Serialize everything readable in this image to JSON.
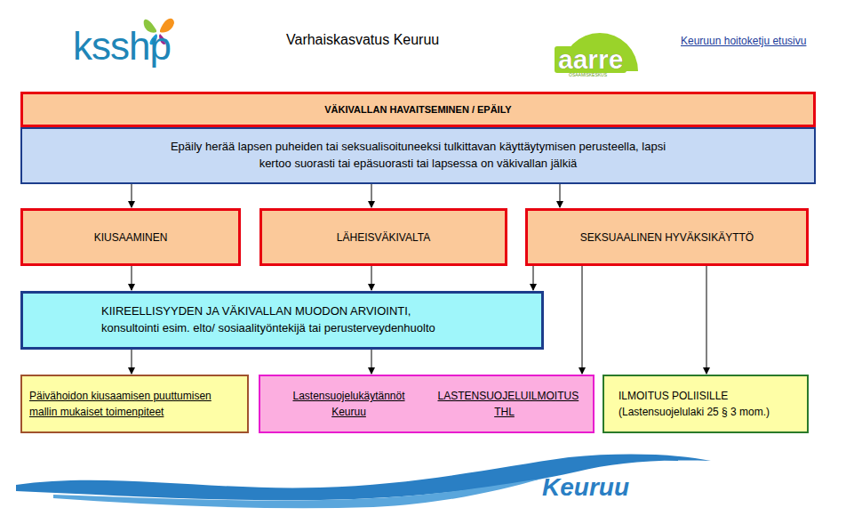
{
  "diagram": {
    "title": "Varhaiskasvatus Keuruu",
    "nodes": [
      {
        "text": [
          "VÄKIVALLAN HAVAITSEMINEN / EPÄILY"
        ]
      },
      {
        "text": [
          "Epäily herää lapsen puheiden tai seksualisoituneeksi tulkittavan käyttäytymisen perusteella, lapsi kertoo suorasti tai epäsuorasti tai lapsessa on väkivallan jälkiä"
        ]
      },
      {
        "text": [
          "KIUSAAMINEN"
        ]
      },
      {
        "text": [
          "LÄHEISVÄKIVALTA"
        ]
      },
      {
        "text": [
          "SEKSUAALINEN HYVÄKSIKÄYTTÖ"
        ]
      },
      {
        "text": [
          "KIIREELLISYYDEN JA VÄKIVALLAN MUODON ARVIOINTI,",
          "konsultointi esim. elto/ sosiaalityöntekijä tai perusterveydenhuolto"
        ]
      },
      {
        "text": [
          "Päivähoidon kiusaamisen puuttumisen mallin mukaiset toimenpiteet"
        ]
      },
      {
        "text": [
          "Lastensuojelukäytännöt Keuruu",
          "LASTENSUOJELUILMOITUS THL"
        ]
      },
      {
        "text": [
          "ILMOITUS POLIISILLE (Lastensuojelulaki 25 § 3 mom.)"
        ]
      }
    ],
    "edges": [
      {
        "from": 1,
        "to": 2,
        "arrow": "to"
      },
      {
        "from": 1,
        "to": 3,
        "arrow": "to"
      },
      {
        "from": 1,
        "to": 4,
        "arrow": "to"
      },
      {
        "from": 2,
        "to": 5,
        "arrow": "to"
      },
      {
        "from": 3,
        "to": 5,
        "arrow": "to"
      },
      {
        "from": 4,
        "to": 5,
        "arrow": "to"
      },
      {
        "from": 5,
        "to": 6,
        "arrow": "to"
      },
      {
        "from": 5,
        "to": 7,
        "arrow": "to"
      },
      {
        "from": 4,
        "to": 7,
        "arrow": "to"
      },
      {
        "from": 4,
        "to": 8,
        "arrow": "to"
      }
    ],
    "labels": [
      "ksshp",
      "aarre",
      "OSAAMISKESKUS",
      "Keuruun hoitoketju etusivu",
      "Keuruu"
    ]
  }
}
